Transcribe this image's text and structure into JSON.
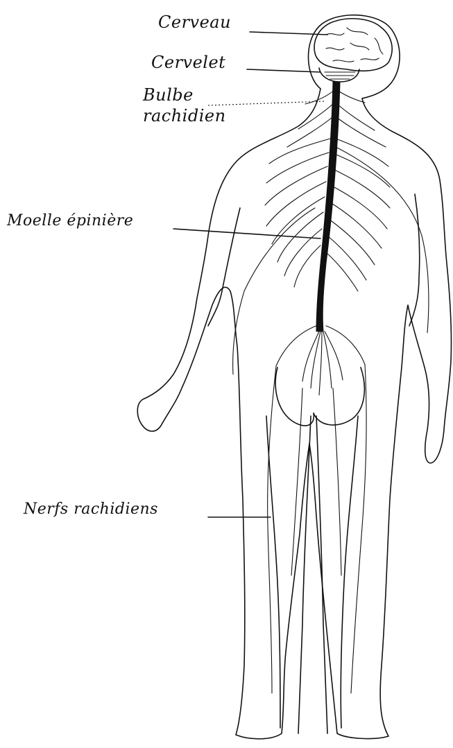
{
  "labels": {
    "cerveau": "Cerveau",
    "cervelet": "Cervelet",
    "bulbe_line1": "Bulbe",
    "bulbe_line2": "rachidien",
    "moelle": "Moelle épinière",
    "nerfs": "Nerfs rachidiens"
  },
  "colors": {
    "ink": "#111111",
    "paper": "#ffffff"
  }
}
